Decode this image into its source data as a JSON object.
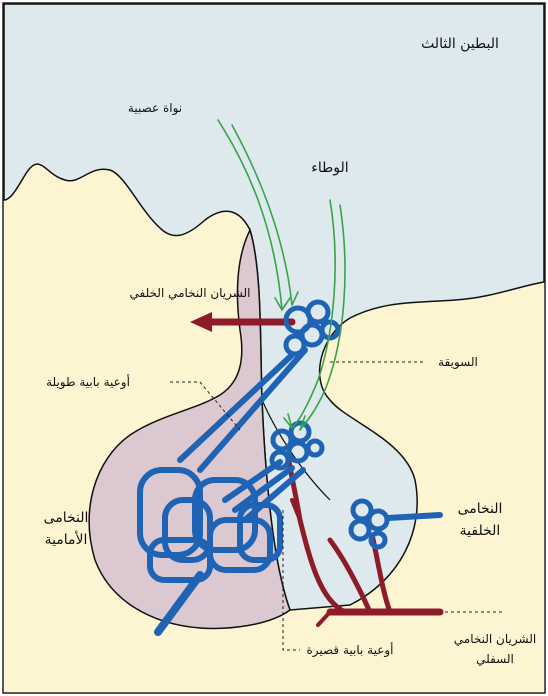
{
  "labels": {
    "third_ventricle": "البطين الثالث",
    "neural_nucleus": "نواة عصبية",
    "hypothalamus": "الوطاء",
    "posterior_pituitary_artery": "الشريان النخامي الخلفي",
    "infundibulum": "السويقة",
    "long_portal_vessels": "أوعية بابية طويلة",
    "anterior_pituitary_line1": "النخامى",
    "anterior_pituitary_line2": "الأمامية",
    "posterior_pituitary_line1": "النخامى",
    "posterior_pituitary_line2": "الخلفية",
    "short_portal_vessels": "أوعية بابية قصيرة",
    "inferior_pituitary_artery_line1": "الشريان النخامي",
    "inferior_pituitary_artery_line2": "السفلي"
  },
  "colors": {
    "ventricle_fill": "#dde9ed",
    "background_tissue": "#fdf5d2",
    "anterior_lobe": "#dcc8d0",
    "veins": "#1f63b5",
    "arteries": "#8e1b2a",
    "nerve_fibers": "#3aa34a"
  }
}
